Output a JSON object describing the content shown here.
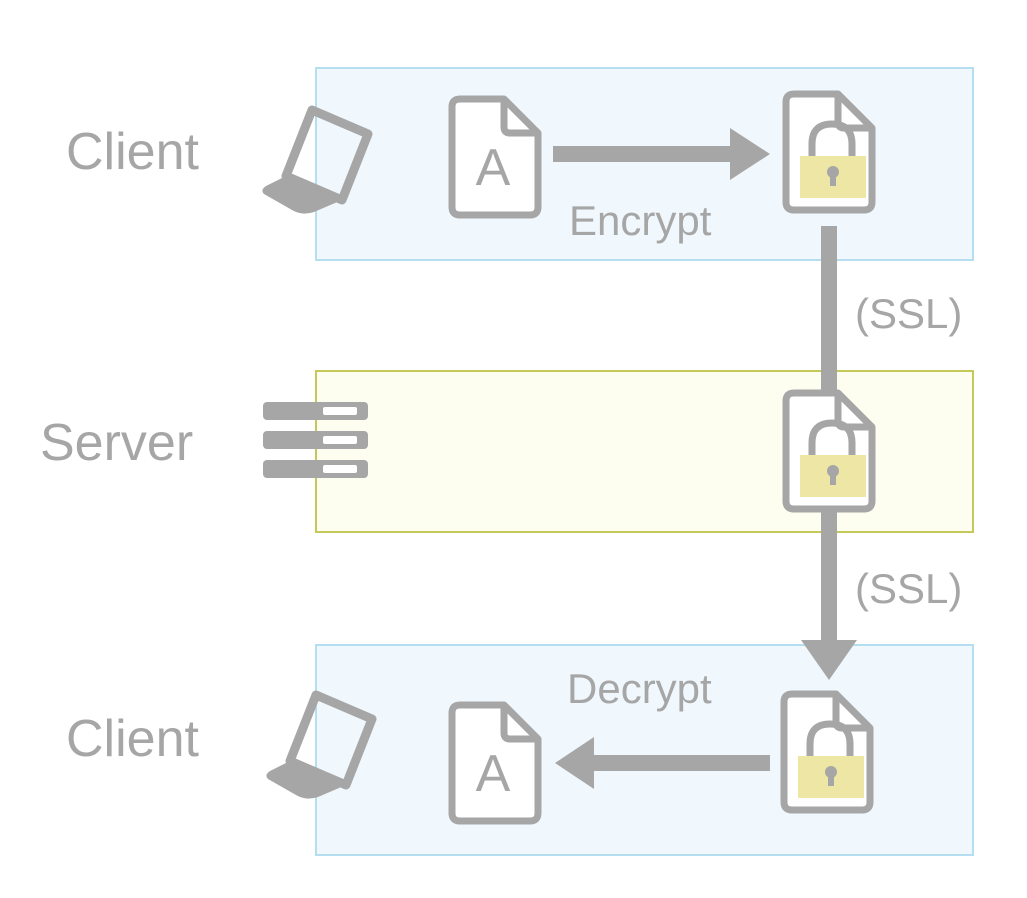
{
  "rows": {
    "top": {
      "label": "Client",
      "icon": "laptop-icon"
    },
    "middle": {
      "label": "Server",
      "icon": "server-icon"
    },
    "bottom": {
      "label": "Client",
      "icon": "laptop-icon"
    }
  },
  "steps": {
    "encrypt": "Encrypt",
    "decrypt": "Decrypt",
    "ssl_upper": "(SSL)",
    "ssl_lower": "(SSL)"
  },
  "documents": {
    "plain_letter": "A"
  },
  "colors": {
    "client_fill": "#f0f8fd",
    "client_border": "#b5dff0",
    "server_fill": "#fefef0",
    "server_border": "#c4c95a",
    "icon_gray": "#a6a6a6",
    "lock_fill": "#ede6a4",
    "text_gray": "#a6a6a6"
  }
}
